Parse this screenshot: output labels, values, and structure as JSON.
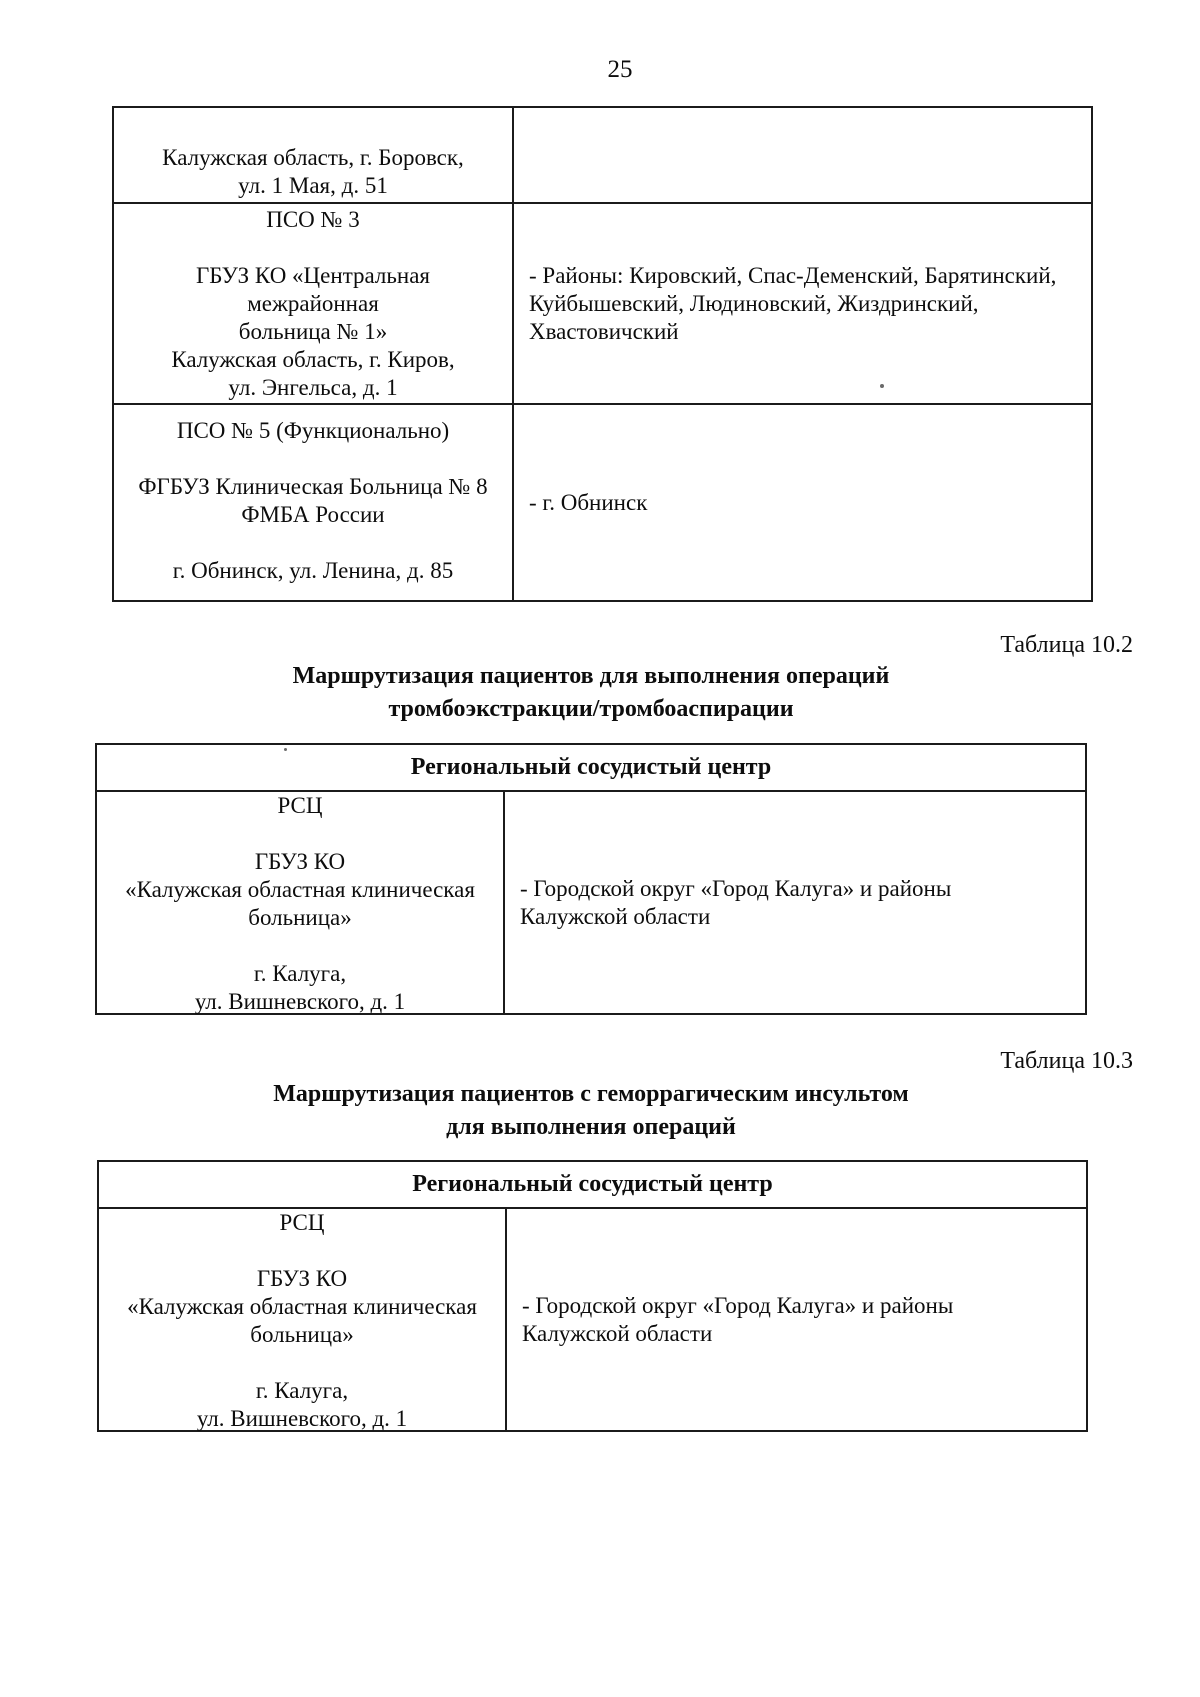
{
  "page": {
    "number": "25"
  },
  "table_continuation": {
    "rows": [
      {
        "left_lines": [
          "Калужская область, г. Боровск,",
          "ул. 1 Мая, д. 51"
        ],
        "right_lines": []
      },
      {
        "left_lines": [
          "ПСО № 3",
          "",
          "ГБУЗ КО «Центральная",
          "межрайонная",
          "больница № 1»",
          "Калужская область, г. Киров,",
          "ул. Энгельса, д. 1"
        ],
        "right_lines": [
          "- Районы: Кировский, Спас-Деменский, Барятинский,",
          "Куйбышевский, Людиновский, Жиздринский,",
          "Хвастовичский"
        ]
      },
      {
        "left_lines": [
          "ПСО № 5 (Функционально)",
          "",
          "ФГБУЗ Клиническая Больница № 8",
          "ФМБА России",
          "",
          "г. Обнинск, ул. Ленина, д. 85"
        ],
        "right_lines": [
          "- г. Обнинск"
        ]
      }
    ]
  },
  "table_10_2": {
    "caption": "Таблица 10.2",
    "title_line1": "Маршрутизация пациентов для выполнения операций",
    "title_line2": "тромбоэкстракции/тромбоаспирации",
    "header": "Региональный сосудистый центр",
    "left_lines": [
      "РСЦ",
      "",
      "ГБУЗ КО",
      "«Калужская областная клиническая",
      "больница»",
      "",
      "г. Калуга,",
      "ул. Вишневского, д. 1"
    ],
    "right_lines": [
      "- Городской округ «Город Калуга» и районы",
      "Калужской области"
    ]
  },
  "table_10_3": {
    "caption": "Таблица 10.3",
    "title_line1": "Маршрутизация пациентов с геморрагическим инсультом",
    "title_line2": "для выполнения операций",
    "header": "Региональный сосудистый центр",
    "left_lines": [
      "РСЦ",
      "",
      "ГБУЗ КО",
      "«Калужская областная клиническая",
      "больница»",
      "",
      "г. Калуга,",
      "ул. Вишневского, д. 1"
    ],
    "right_lines": [
      "- Городской округ «Город Калуга» и районы",
      "Калужской области"
    ]
  }
}
